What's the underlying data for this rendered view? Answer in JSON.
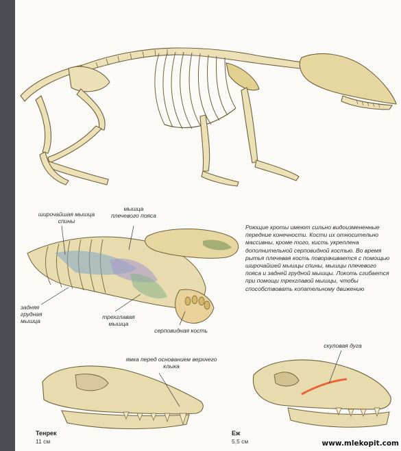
{
  "labels": {
    "latissimus": "широчайшая мышца спины",
    "shoulder_girdle": "мышца плечевого пояса",
    "posterior_pectoral": "задняя грудная мышца",
    "triceps": "трехглавая мышца",
    "falciform": "серповидная кость",
    "canine_pit": "ямка перед основанием верхнего клыка",
    "zygomatic": "скуловая дуга"
  },
  "caption": {
    "text": "Роющие кроты имеют сильно видоизмененные передние конечности. Кости их относительно массивны, кроме того, кисть укреплена дополнительной серповидной костью. Во время рытья плечевая кость поворачивается с помощью широчайшей мышцы спины, мышцы плечевого пояса и задней грудной мышцы. Локоть сгибается при помощи трехглавой мышцы, чтобы способствовать копательному движению"
  },
  "skulls": [
    {
      "name": "Тенрек",
      "size": "11 см"
    },
    {
      "name": "Еж",
      "size": "5,5 см"
    }
  ],
  "watermark": "www.mlekopit.com",
  "colors": {
    "bone": "#e8dcae",
    "bone_outline": "#6d5f3c",
    "muscle_blue": "#7ea6c8",
    "muscle_red": "#c8704a",
    "zygomatic_highlight": "#e8643a"
  }
}
